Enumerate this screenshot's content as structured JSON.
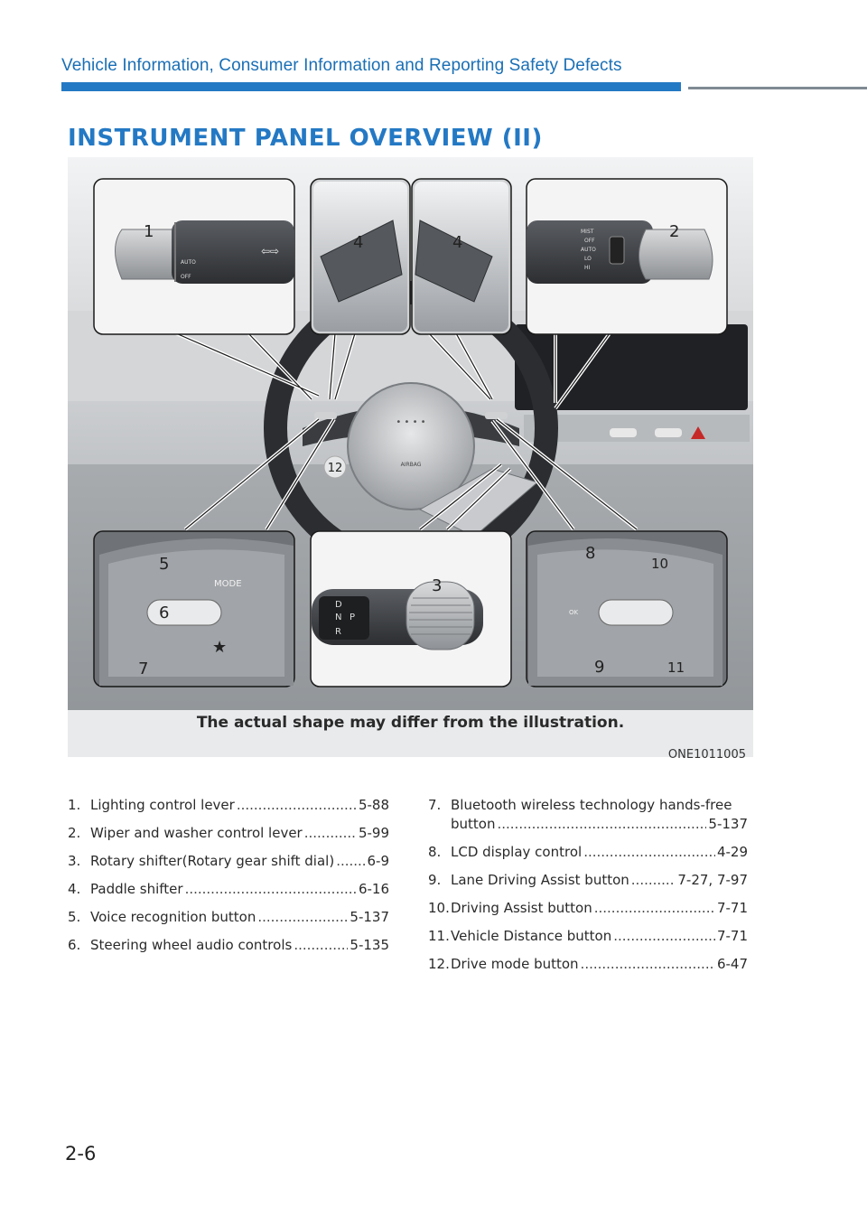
{
  "header": {
    "title": "Vehicle Information, Consumer Information and Reporting Safety Defects",
    "accent_color": "#2479c4"
  },
  "section": {
    "title": "INSTRUMENT PANEL OVERVIEW (II)"
  },
  "figure": {
    "caption": "The actual shape may differ from the illustration.",
    "code": "ONE1011005",
    "callouts": {
      "n1": "1",
      "n2": "2",
      "n3": "3",
      "n4a": "4",
      "n4b": "4",
      "n5": "5",
      "n6": "6",
      "n7": "7",
      "n8": "8",
      "n9": "9",
      "n10": "10",
      "n11": "11",
      "n12": "12"
    },
    "lever_left": {
      "auto": "AUTO",
      "off": "OFF"
    },
    "lever_right": {
      "mist": "MIST",
      "off": "OFF",
      "auto": "AUTO",
      "lo": "LO",
      "hi": "HI"
    },
    "wheel": {
      "airbag": "AIRBAG"
    },
    "left_controls": {
      "mode": "MODE"
    },
    "right_controls": {
      "ok": "OK"
    },
    "shifter": {
      "d": "D",
      "n": "N",
      "p": "P",
      "r": "R"
    }
  },
  "list_left": [
    {
      "num": "1.",
      "label": "Lighting control lever",
      "page": "5-88"
    },
    {
      "num": "2.",
      "label": "Wiper and washer control lever",
      "page": "5-99"
    },
    {
      "num": "3.",
      "label": "Rotary shifter(Rotary gear shift dial)",
      "page": "6-9"
    },
    {
      "num": "4.",
      "label": "Paddle shifter",
      "page": "6-16"
    },
    {
      "num": "5.",
      "label": "Voice recognition button",
      "page": "5-137"
    },
    {
      "num": "6.",
      "label": "Steering wheel audio controls",
      "page": "5-135"
    }
  ],
  "list_right": [
    {
      "num": "7.",
      "label": "Bluetooth wireless technology hands-free",
      "label2": "button",
      "page": "5-137"
    },
    {
      "num": "8.",
      "label": "LCD display control",
      "page": "4-29"
    },
    {
      "num": "9.",
      "label": "Lane Driving Assist button",
      "page": "7-27, 7-97"
    },
    {
      "num": "10.",
      "label": "Driving Assist button",
      "page": "7-71"
    },
    {
      "num": "11.",
      "label": "Vehicle Distance button",
      "page": "7-71"
    },
    {
      "num": "12.",
      "label": "Drive mode button",
      "page": "6-47"
    }
  ],
  "footer": {
    "page_number": "2-6"
  }
}
